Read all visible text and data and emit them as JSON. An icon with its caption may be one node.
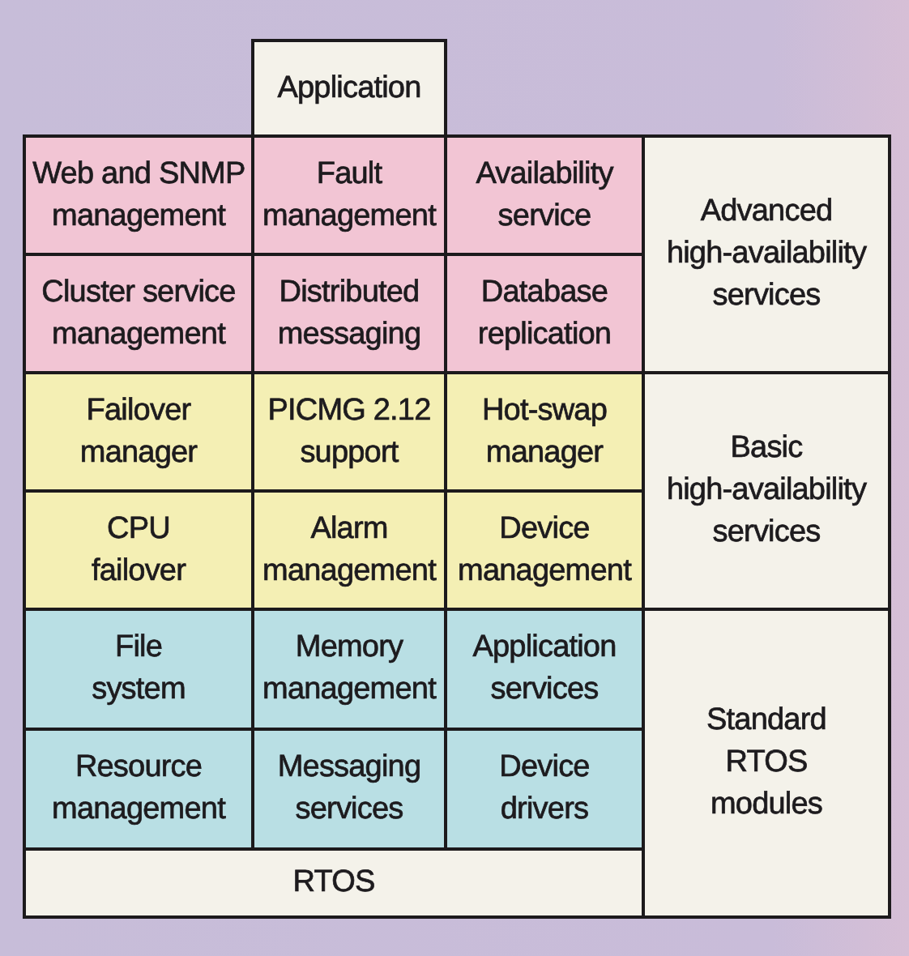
{
  "diagram": {
    "nodes": [
      {
        "text": [
          "Application"
        ]
      },
      {
        "text": [
          "Web and SNMP management"
        ]
      },
      {
        "text": [
          "Fault management"
        ]
      },
      {
        "text": [
          "Availability service"
        ]
      },
      {
        "text": [
          "Advanced high-availability services"
        ]
      },
      {
        "text": [
          "Cluster service management"
        ]
      },
      {
        "text": [
          "Distributed messaging"
        ]
      },
      {
        "text": [
          "Database replication"
        ]
      },
      {
        "text": [
          "Failover manager"
        ]
      },
      {
        "text": [
          "PICMG 2.12 support"
        ]
      },
      {
        "text": [
          "Hot-swap manager"
        ]
      },
      {
        "text": [
          "Basic high-availability services"
        ]
      },
      {
        "text": [
          "CPU failover"
        ]
      },
      {
        "text": [
          "Alarm management"
        ]
      },
      {
        "text": [
          "Device management"
        ]
      },
      {
        "text": [
          "File system"
        ]
      },
      {
        "text": [
          "Memory management"
        ]
      },
      {
        "text": [
          "Application services"
        ]
      },
      {
        "text": [
          "Standard RTOS modules"
        ]
      },
      {
        "text": [
          "Resource management"
        ]
      },
      {
        "text": [
          "Messaging services"
        ]
      },
      {
        "text": [
          "Device drivers"
        ]
      },
      {
        "text": [
          "RTOS"
        ]
      }
    ]
  }
}
